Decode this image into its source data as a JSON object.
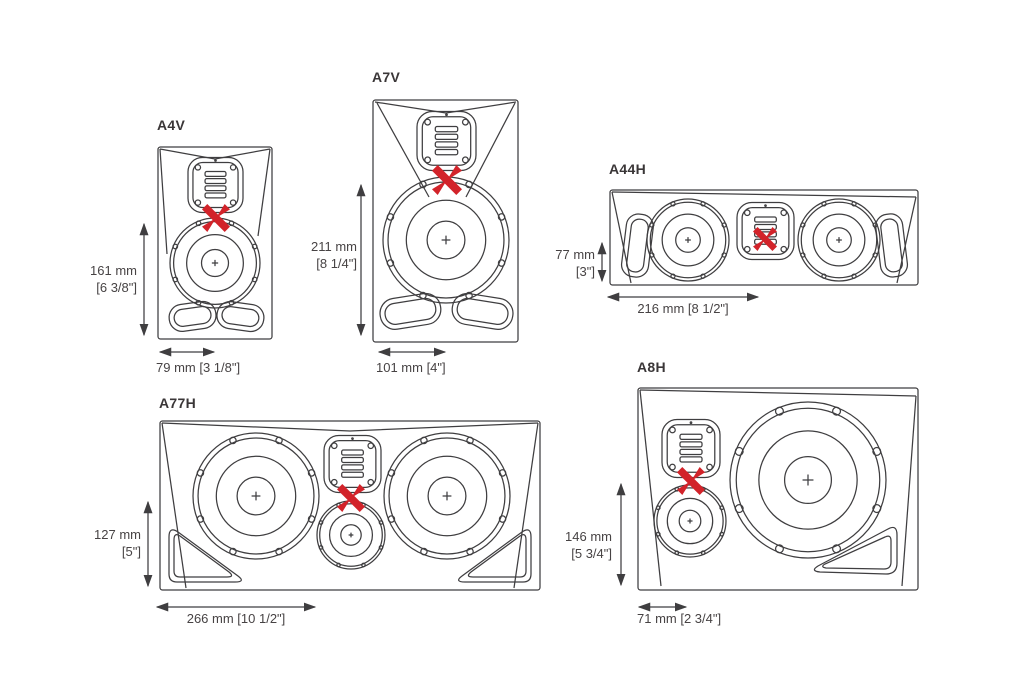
{
  "figure": {
    "description_visible_text_only": "Five loudspeaker front-view line drawings with acoustic-center cross markers and dimension arrows",
    "background": "#ffffff"
  },
  "colors": {
    "line": "#3f3e40",
    "text": "#474344",
    "marker_x": "#d2232a"
  },
  "speakers": [
    {
      "model": "A4V",
      "height_mm": "161 mm",
      "height_in": "[6 3/8\"]",
      "width_label": "79 mm [3 1/8\"]"
    },
    {
      "model": "A7V",
      "height_mm": "211 mm",
      "height_in": "[8 1/4\"]",
      "width_label": "101 mm [4\"]"
    },
    {
      "model": "A44H",
      "height_mm": "77 mm",
      "height_in": "[3\"]",
      "width_label": "216 mm [8 1/2\"]"
    },
    {
      "model": "A77H",
      "height_mm": "127 mm",
      "height_in": "[5\"]",
      "width_label": "266 mm [10 1/2\"]"
    },
    {
      "model": "A8H",
      "height_mm": "146 mm",
      "height_in": "[5 3/4\"]",
      "width_label": "71 mm [2 3/4\"]"
    }
  ]
}
